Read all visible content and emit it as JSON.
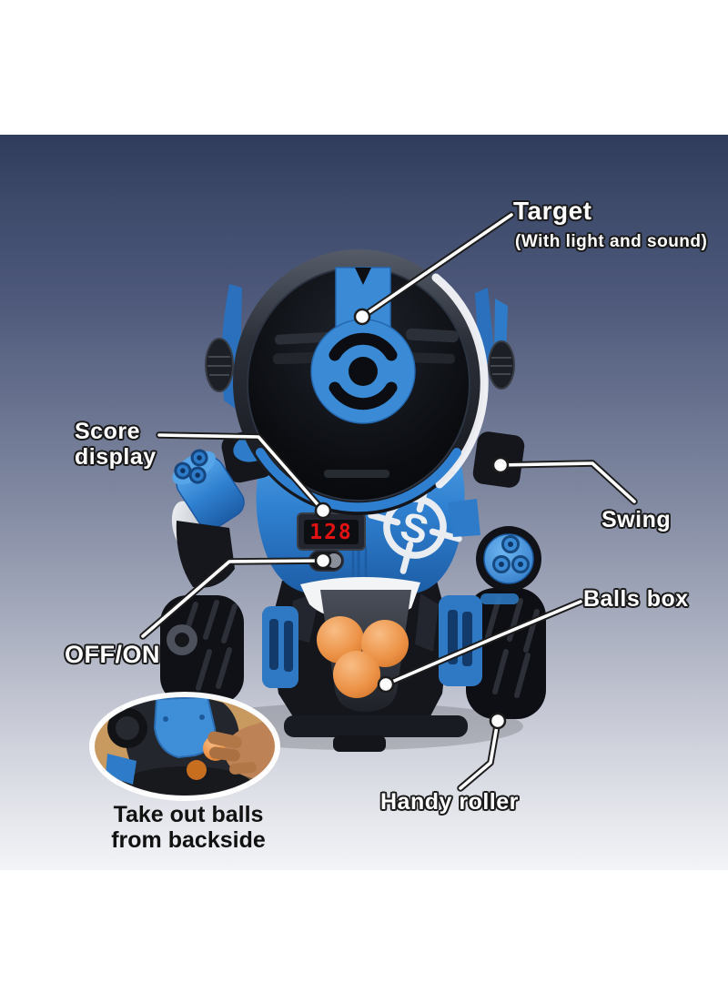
{
  "page": {
    "background": "#ffffff"
  },
  "photo": {
    "gradient_top": "#2f3c5c",
    "gradient_bottom": "#f3f4f7",
    "accent_blue": "#2e7cc9",
    "ball_orange": "#e8863a",
    "display_red": "#e31212"
  },
  "robot": {
    "score_display_value": "128",
    "chest_logo_letter": "S"
  },
  "callouts": {
    "target": {
      "label": "Target",
      "sublabel": "(With light and sound)"
    },
    "score_display": {
      "label": "Score display"
    },
    "swing": {
      "label": "Swing"
    },
    "off_on": {
      "label": "OFF/ON"
    },
    "balls_box": {
      "label": "Balls box"
    },
    "handy_roller": {
      "label": "Handy roller"
    }
  },
  "inset": {
    "caption_line1": "Take out balls",
    "caption_line2": "from backside"
  }
}
